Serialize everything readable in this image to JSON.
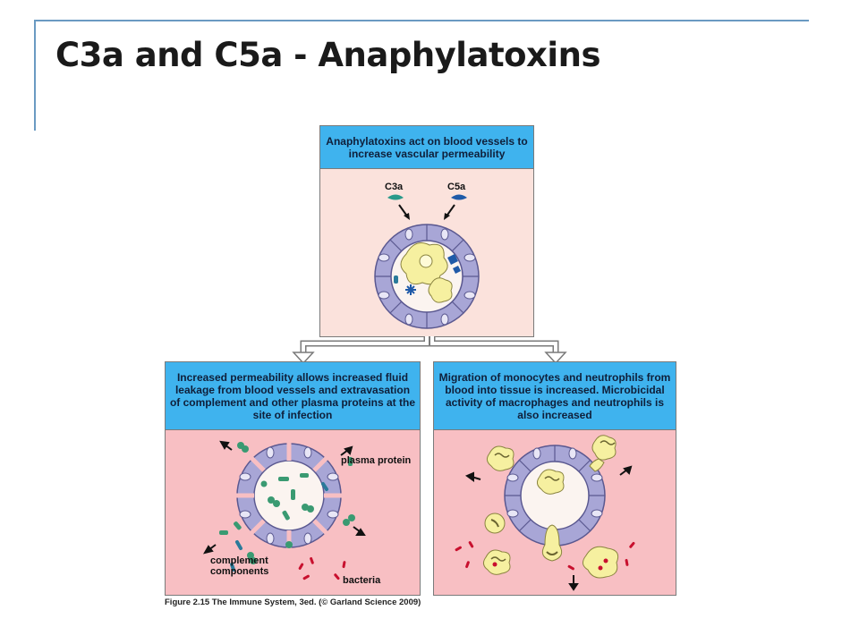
{
  "slide": {
    "title": "C3a and C5a - Anaphylatoxins"
  },
  "figure": {
    "top_panel": {
      "header": "Anaphylatoxins act on blood vessels to increase vascular permeability",
      "labels": {
        "c3a": "C3a",
        "c5a": "C5a"
      }
    },
    "left_panel": {
      "header": "Increased permeability allows increased fluid leakage from blood vessels and extravasation of complement and other plasma proteins at the site of infection",
      "labels": {
        "plasma_protein": "plasma protein",
        "complement_components": "complement components",
        "bacteria": "bacteria"
      }
    },
    "right_panel": {
      "header": "Migration of monocytes and neutrophils from blood into tissue is increased. Microbicidal activity of macrophages and neutrophils is also increased"
    },
    "caption": "Figure 2.15 The Immune System, 3ed. (© Garland Science 2009)"
  },
  "colors": {
    "header_blue": "#3fb3ee",
    "top_body": "#fbe2dc",
    "bottom_body": "#f8bfc3",
    "vessel_cell": "#a8a6d6",
    "c3a_teal": "#2a9a8a",
    "c5a_blue": "#1f5aa8",
    "protein_green": "#3a9a72",
    "bacteria_red": "#c8102e",
    "cell_yellow": "#f6f0a0"
  }
}
